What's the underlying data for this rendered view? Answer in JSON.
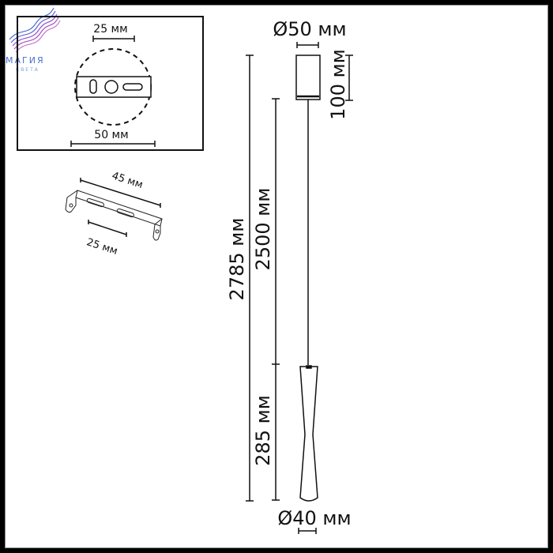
{
  "logo": {
    "line1": "МАГИЯ",
    "line2": "СВЕТА",
    "colors": [
      "#4a6fd6",
      "#b04fc0",
      "#7a5bd0"
    ]
  },
  "mount_detail": {
    "hole_spacing": "25 мм",
    "plate_diameter": "50 мм"
  },
  "bracket": {
    "length": "45 мм",
    "hole_spacing": "25 мм"
  },
  "lamp": {
    "canopy_diameter": "Ø50 мм",
    "canopy_height": "100 мм",
    "total_height": "2785 мм",
    "cord_length": "2500 мм",
    "shade_height": "285 мм",
    "shade_diameter": "Ø40 мм"
  }
}
